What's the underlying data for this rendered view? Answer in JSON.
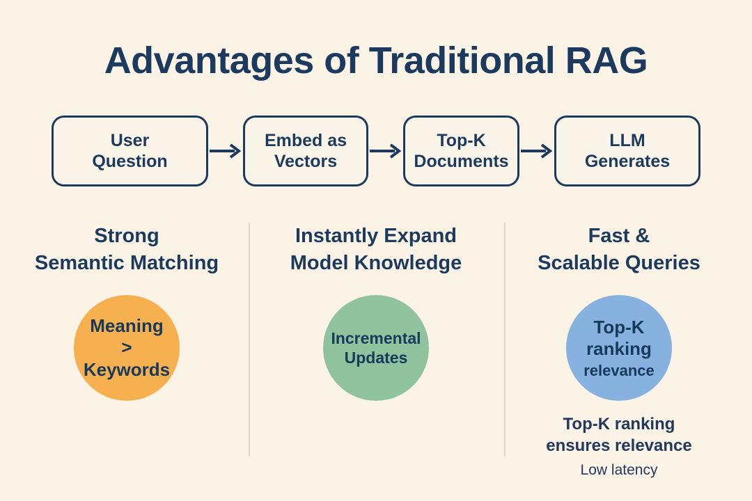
{
  "title": "Advantages of Traditional RAG",
  "colors": {
    "background": "#FAF3E6",
    "navy": "#1C3A5E",
    "orange": "#F7B04F",
    "green": "#8FC39E",
    "blue": "#87B2DF",
    "divider": "#DAD6CB"
  },
  "flow": {
    "steps": [
      {
        "label": "User\nQuestion"
      },
      {
        "label": "Embed as\nVectors"
      },
      {
        "label": "Top-K\nDocuments"
      },
      {
        "label": "LLM\nGenerates"
      }
    ]
  },
  "columns": [
    {
      "heading": "Strong\nSemantic Matching",
      "circle": {
        "text": "Meaning\n>\nKeywords",
        "color": "#F7B04F"
      }
    },
    {
      "heading": "Instantly Expand\nModel Knowledge",
      "circle": {
        "text": "Incremental\nUpdates",
        "color": "#8FC39E"
      }
    },
    {
      "heading": "Fast &\nScalable Queries",
      "circle": {
        "text": "Top-K\nranking",
        "text_small": "relevance",
        "color": "#87B2DF"
      },
      "note_primary": "Top-K ranking\nensures relevance",
      "note_secondary": "Low latency"
    }
  ]
}
